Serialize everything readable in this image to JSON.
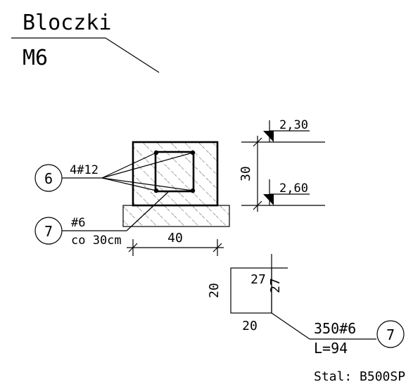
{
  "title": {
    "line1": "Bloczki",
    "line2": "M6"
  },
  "section": {
    "bar_callout": {
      "number": "6",
      "label": "4#12"
    },
    "stirrup_callout": {
      "number": "7",
      "label": "#6",
      "spacing": "co 30cm"
    },
    "width_dim": "40",
    "height_dim": "30",
    "level_top": "2,30",
    "level_bottom": "2,60"
  },
  "stirrup_detail": {
    "left_side": "20",
    "bottom_side": "20",
    "hook_length_inner": "27",
    "hook_length_vertical": "27",
    "bar_spec": "350#6",
    "length": "L=94",
    "number": "7"
  },
  "steel_note": "Stal: B500SP",
  "colors": {
    "ink": "#000000",
    "background": "#ffffff"
  }
}
